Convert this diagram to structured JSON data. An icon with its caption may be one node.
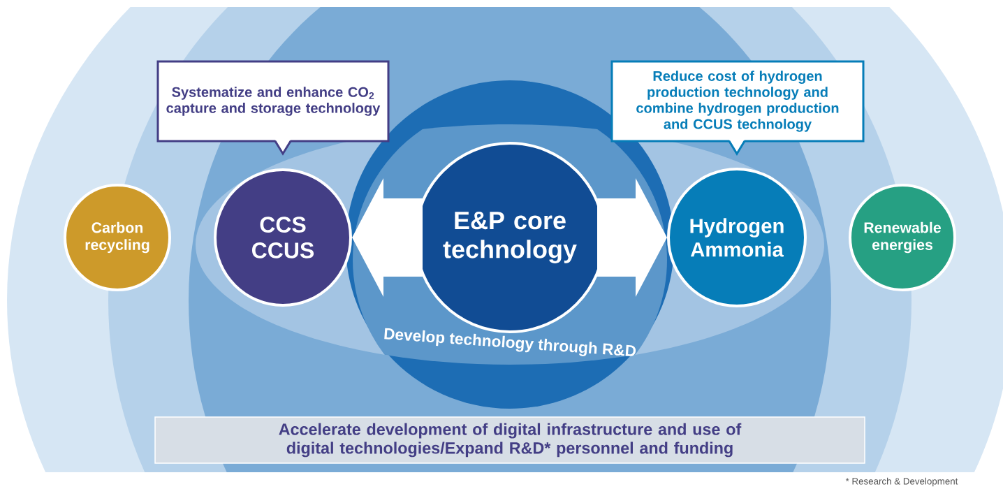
{
  "diagram": {
    "nodes": [
      {
        "text": [
          "Carbon recycling"
        ]
      },
      {
        "text": [
          "CCS CCUS"
        ]
      },
      {
        "text": [
          "E&P core technology"
        ]
      },
      {
        "text": [
          "Hydrogen Ammonia"
        ]
      },
      {
        "text": [
          "Renewable energies"
        ]
      },
      {
        "text": [
          "Systematize and enhance CO$_{2}$ capture and storage technology"
        ]
      },
      {
        "text": [
          "Reduce cost of hydrogen production technology and combine hydrogen production and CCUS technology"
        ]
      },
      {
        "text": [
          "Accelerate development of digital infrastructure and use of digital technologies/Expand R&D* personnel and funding"
        ]
      }
    ],
    "edges": [
      {
        "from": 2,
        "to": 1,
        "arrow": "to"
      },
      {
        "from": 2,
        "to": 3,
        "arrow": "to"
      }
    ],
    "labels": [
      "Develop technology through R&D",
      "* Research & Development"
    ]
  }
}
